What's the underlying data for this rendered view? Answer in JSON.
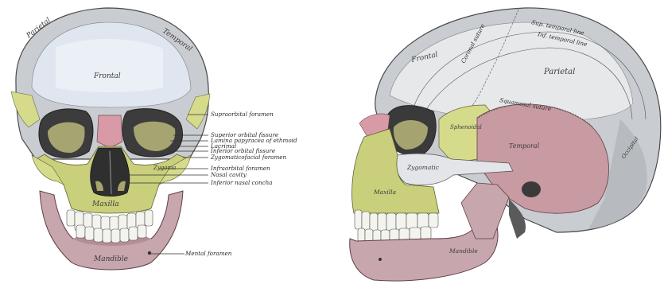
{
  "colors": {
    "bone_gray": "#c9ccd0",
    "bone_light": "#e6e8ea",
    "frontal_blue": "#dfe6ef",
    "maxilla_yellow": "#c9cf7a",
    "zygomatic_yellow": "#d6db8c",
    "mandible_pink": "#c7a6ad",
    "temporal_pink": "#c89aa2",
    "nasal_pink": "#d99aa8",
    "shadow": "#5a5a5a"
  },
  "front_view": {
    "bones": {
      "frontal": "Frontal",
      "parietal": "Parietal",
      "temporal": "Temporal",
      "zygoma": "Zygoma",
      "maxilla": "Maxilla",
      "mandible": "Mandible"
    },
    "callouts": [
      "Supraorbital foramen",
      "Superior orbital fissure",
      "Lamina papyracea of ethmoid",
      "Lacrimal",
      "Inferior orbital fissure",
      "Zygomaticofacial foramen",
      "Infraorbital foramen",
      "Nasal cavity",
      "Inferior nasal concha",
      "Mental foramen"
    ]
  },
  "side_view": {
    "bones": {
      "frontal": "Frontal",
      "parietal": "Parietal",
      "sphenoidal": "Sphenoidal",
      "temporal": "Temporal",
      "zygomatic": "Zygomatic",
      "maxilla": "Maxilla",
      "mandible": "Mandible",
      "occipital": "Occipital"
    },
    "lines": {
      "coronal_suture": "Coronal suture",
      "sup_temporal_line": "Sup. temporal line",
      "inf_temporal_line": "Inf. temporal line",
      "squamosal_suture": "Squamosal suture"
    }
  }
}
